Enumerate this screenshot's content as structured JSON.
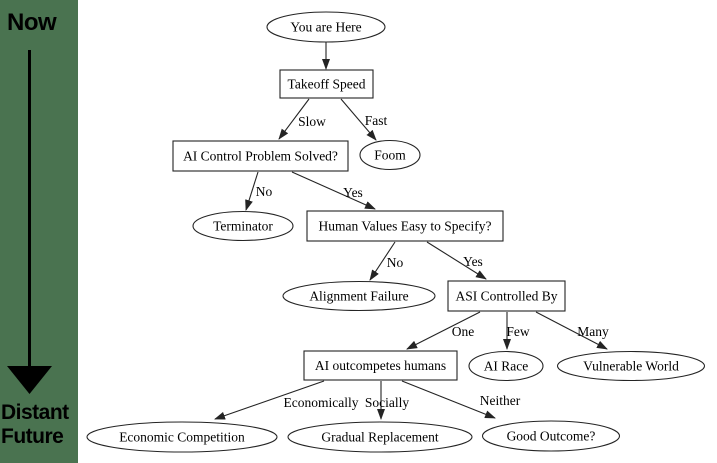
{
  "timeline": {
    "start_label": "Now",
    "end_label_line1": "Distant",
    "end_label_line2": "Future"
  },
  "flowchart": {
    "nodes": [
      {
        "id": "you-are-here",
        "label": "You are Here",
        "shape": "ellipse"
      },
      {
        "id": "takeoff-speed",
        "label": "Takeoff Speed",
        "shape": "box"
      },
      {
        "id": "ai-control-problem-solved",
        "label": "AI Control Problem Solved?",
        "shape": "box"
      },
      {
        "id": "foom",
        "label": "Foom",
        "shape": "ellipse"
      },
      {
        "id": "terminator",
        "label": "Terminator",
        "shape": "ellipse"
      },
      {
        "id": "human-values-easy-to-specify",
        "label": "Human Values Easy to Specify?",
        "shape": "box"
      },
      {
        "id": "alignment-failure",
        "label": "Alignment Failure",
        "shape": "ellipse"
      },
      {
        "id": "asi-controlled-by",
        "label": "ASI Controlled By",
        "shape": "box"
      },
      {
        "id": "ai-outcompetes-humans",
        "label": "AI outcompetes humans",
        "shape": "box"
      },
      {
        "id": "ai-race",
        "label": "AI Race",
        "shape": "ellipse"
      },
      {
        "id": "vulnerable-world",
        "label": "Vulnerable World",
        "shape": "ellipse"
      },
      {
        "id": "economic-competition",
        "label": "Economic Competition",
        "shape": "ellipse"
      },
      {
        "id": "gradual-replacement",
        "label": "Gradual Replacement",
        "shape": "ellipse"
      },
      {
        "id": "good-outcome",
        "label": "Good Outcome?",
        "shape": "ellipse"
      }
    ],
    "edges": [
      {
        "from": "you-are-here",
        "to": "takeoff-speed",
        "label": ""
      },
      {
        "from": "takeoff-speed",
        "to": "ai-control-problem-solved",
        "label": "Slow"
      },
      {
        "from": "takeoff-speed",
        "to": "foom",
        "label": "Fast"
      },
      {
        "from": "ai-control-problem-solved",
        "to": "terminator",
        "label": "No"
      },
      {
        "from": "ai-control-problem-solved",
        "to": "human-values-easy-to-specify",
        "label": "Yes"
      },
      {
        "from": "human-values-easy-to-specify",
        "to": "alignment-failure",
        "label": "No"
      },
      {
        "from": "human-values-easy-to-specify",
        "to": "asi-controlled-by",
        "label": "Yes"
      },
      {
        "from": "asi-controlled-by",
        "to": "ai-outcompetes-humans",
        "label": "One"
      },
      {
        "from": "asi-controlled-by",
        "to": "ai-race",
        "label": "Few"
      },
      {
        "from": "asi-controlled-by",
        "to": "vulnerable-world",
        "label": "Many"
      },
      {
        "from": "ai-outcompetes-humans",
        "to": "economic-competition",
        "label": "Economically"
      },
      {
        "from": "ai-outcompetes-humans",
        "to": "gradual-replacement",
        "label": "Socially"
      },
      {
        "from": "ai-outcompetes-humans",
        "to": "good-outcome",
        "label": "Neither"
      }
    ]
  },
  "colors": {
    "timeline_background": "#4a7350",
    "diagram_background": "#ffffff",
    "node_stroke": "#242424",
    "text": "#000000"
  }
}
